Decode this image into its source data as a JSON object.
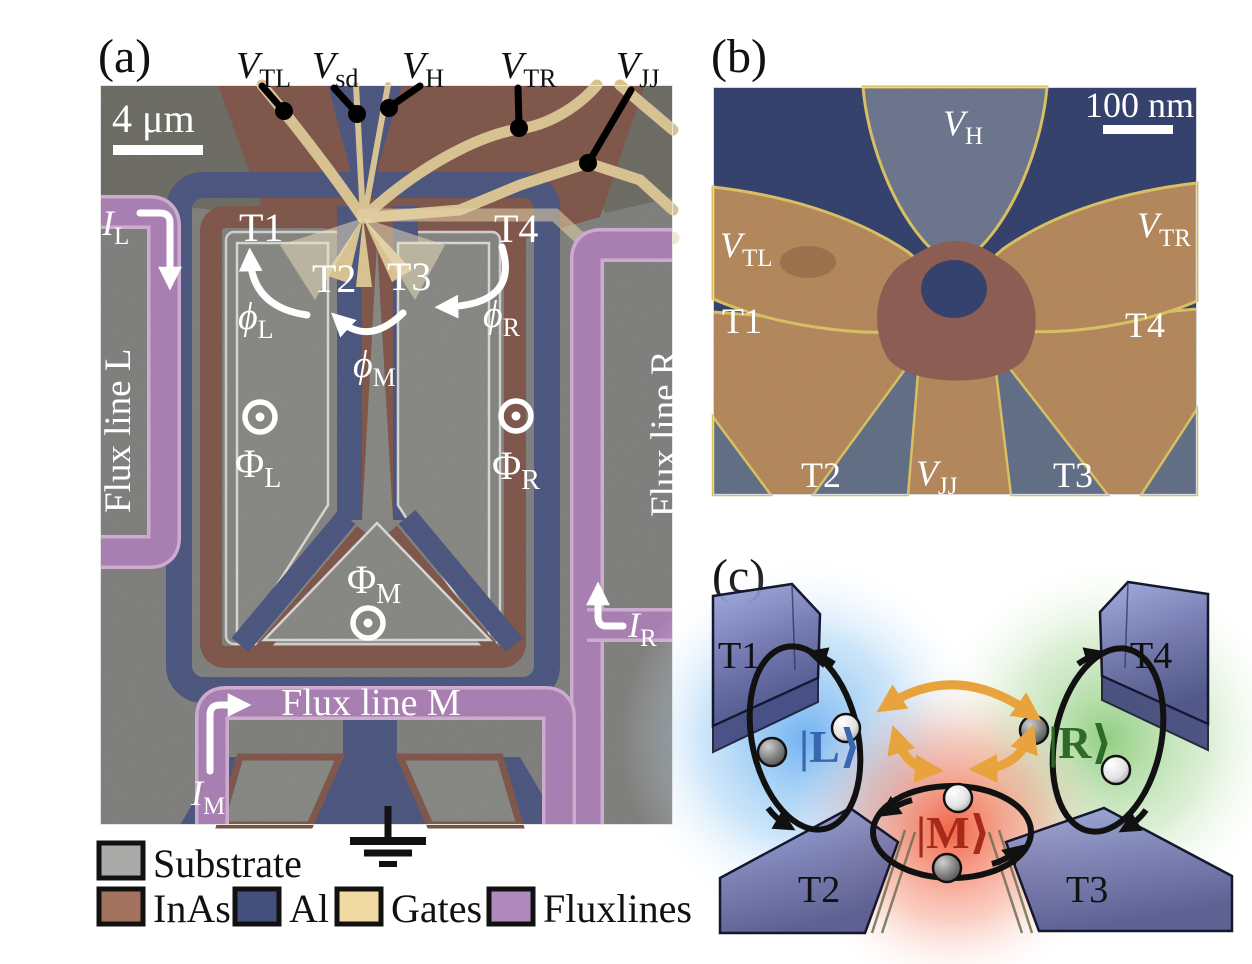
{
  "panel_a": {
    "label": "(a)",
    "scale_bar": "4 μm",
    "voltages": [
      {
        "main": "V",
        "sub": "TL"
      },
      {
        "main": "V",
        "sub": "sd"
      },
      {
        "main": "V",
        "sub": "H"
      },
      {
        "main": "V",
        "sub": "TR"
      },
      {
        "main": "V",
        "sub": "JJ"
      }
    ],
    "terminals": [
      "T1",
      "T2",
      "T3",
      "T4"
    ],
    "phases": [
      {
        "main": "ϕ",
        "sub": "L"
      },
      {
        "main": "ϕ",
        "sub": "R"
      },
      {
        "main": "ϕ",
        "sub": "M"
      }
    ],
    "fluxes": [
      {
        "main": "Φ",
        "sub": "L"
      },
      {
        "main": "Φ",
        "sub": "R"
      },
      {
        "main": "Φ",
        "sub": "M"
      }
    ],
    "currents": [
      {
        "main": "I",
        "sub": "L"
      },
      {
        "main": "I",
        "sub": "R"
      },
      {
        "main": "I",
        "sub": "M"
      }
    ],
    "flux_lines": [
      "Flux line L",
      "Flux line R",
      "Flux line M"
    ],
    "legend": [
      {
        "label": "Substrate",
        "color": "#aaaaa8"
      },
      {
        "label": "InAs",
        "color": "#a3725f"
      },
      {
        "label": "Al",
        "color": "#454f7b"
      },
      {
        "label": "Gates",
        "color": "#f0d9a2"
      },
      {
        "label": "Fluxlines",
        "color": "#b18abd"
      }
    ]
  },
  "panel_b": {
    "label": "(b)",
    "scale_bar": "100 nm",
    "voltages": [
      {
        "main": "V",
        "sub": "H"
      },
      {
        "main": "V",
        "sub": "TL"
      },
      {
        "main": "V",
        "sub": "TR"
      },
      {
        "main": "V",
        "sub": "JJ"
      }
    ],
    "terminals": [
      "T1",
      "T2",
      "T3",
      "T4"
    ]
  },
  "panel_c": {
    "label": "(c)",
    "terminals": [
      "T1",
      "T2",
      "T3",
      "T4"
    ],
    "states": [
      {
        "ket": "|L⟩",
        "color": "#3a66b0"
      },
      {
        "ket": "|M⟩",
        "color": "#a52a1a"
      },
      {
        "ket": "|R⟩",
        "color": "#2e6b28"
      }
    ]
  },
  "colors": {
    "substrate_sem": "#7b7b79",
    "inas_sem": "#7b5044",
    "al_sem": "#45507b",
    "gates_sem": "#d9c28f",
    "fluxline_sem": "#a77bb1",
    "panel_b_bg": "#2e3b69",
    "coupling_arrow": "#e8a33c"
  }
}
